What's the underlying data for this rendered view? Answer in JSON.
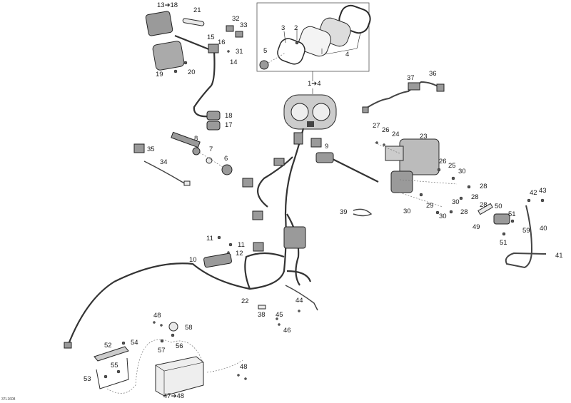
{
  "diagram": {
    "title": "Electrical harness / gauge cluster exploded parts diagram",
    "reference_code": "37L1608",
    "callouts": [
      {
        "id": "c13-18",
        "label": "13➔18"
      },
      {
        "id": "c21",
        "label": "21"
      },
      {
        "id": "c32",
        "label": "32"
      },
      {
        "id": "c33",
        "label": "33"
      },
      {
        "id": "c15",
        "label": "15"
      },
      {
        "id": "c16",
        "label": "16"
      },
      {
        "id": "c31",
        "label": "31"
      },
      {
        "id": "c14",
        "label": "14"
      },
      {
        "id": "c19",
        "label": "19"
      },
      {
        "id": "c20",
        "label": "20"
      },
      {
        "id": "c3",
        "label": "3"
      },
      {
        "id": "c2",
        "label": "2"
      },
      {
        "id": "c5",
        "label": "5"
      },
      {
        "id": "c4",
        "label": "4"
      },
      {
        "id": "c1-4",
        "label": "1➔4"
      },
      {
        "id": "c18",
        "label": "18"
      },
      {
        "id": "c17",
        "label": "17"
      },
      {
        "id": "c37",
        "label": "37"
      },
      {
        "id": "c36",
        "label": "36"
      },
      {
        "id": "c8",
        "label": "8"
      },
      {
        "id": "c7",
        "label": "7"
      },
      {
        "id": "c6",
        "label": "6"
      },
      {
        "id": "c35",
        "label": "35"
      },
      {
        "id": "c34",
        "label": "34"
      },
      {
        "id": "c9",
        "label": "9"
      },
      {
        "id": "c27",
        "label": "27"
      },
      {
        "id": "c26a",
        "label": "26"
      },
      {
        "id": "c24",
        "label": "24"
      },
      {
        "id": "c23",
        "label": "23"
      },
      {
        "id": "c26b",
        "label": "26"
      },
      {
        "id": "c25",
        "label": "25"
      },
      {
        "id": "c30a",
        "label": "30"
      },
      {
        "id": "c28a",
        "label": "28"
      },
      {
        "id": "c28b",
        "label": "28"
      },
      {
        "id": "c30b",
        "label": "30"
      },
      {
        "id": "c28c",
        "label": "28"
      },
      {
        "id": "c30c",
        "label": "30"
      },
      {
        "id": "c29",
        "label": "29"
      },
      {
        "id": "c30d",
        "label": "30"
      },
      {
        "id": "c28d",
        "label": "28"
      },
      {
        "id": "c42",
        "label": "42"
      },
      {
        "id": "c43",
        "label": "43"
      },
      {
        "id": "c50",
        "label": "50"
      },
      {
        "id": "c51a",
        "label": "51"
      },
      {
        "id": "c49",
        "label": "49"
      },
      {
        "id": "c59",
        "label": "59"
      },
      {
        "id": "c40",
        "label": "40"
      },
      {
        "id": "c51b",
        "label": "51"
      },
      {
        "id": "c41",
        "label": "41"
      },
      {
        "id": "c39",
        "label": "39"
      },
      {
        "id": "c11a",
        "label": "11"
      },
      {
        "id": "c11b",
        "label": "11"
      },
      {
        "id": "c12",
        "label": "12"
      },
      {
        "id": "c10",
        "label": "10"
      },
      {
        "id": "c22",
        "label": "22"
      },
      {
        "id": "c44",
        "label": "44"
      },
      {
        "id": "c38",
        "label": "38"
      },
      {
        "id": "c45",
        "label": "45"
      },
      {
        "id": "c46",
        "label": "46"
      },
      {
        "id": "c48a",
        "label": "48"
      },
      {
        "id": "c58",
        "label": "58"
      },
      {
        "id": "c54",
        "label": "54"
      },
      {
        "id": "c52",
        "label": "52"
      },
      {
        "id": "c57",
        "label": "57"
      },
      {
        "id": "c56",
        "label": "56"
      },
      {
        "id": "c55",
        "label": "55"
      },
      {
        "id": "c53",
        "label": "53"
      },
      {
        "id": "c48b",
        "label": "48"
      },
      {
        "id": "c47-48",
        "label": "47➔48"
      }
    ]
  }
}
